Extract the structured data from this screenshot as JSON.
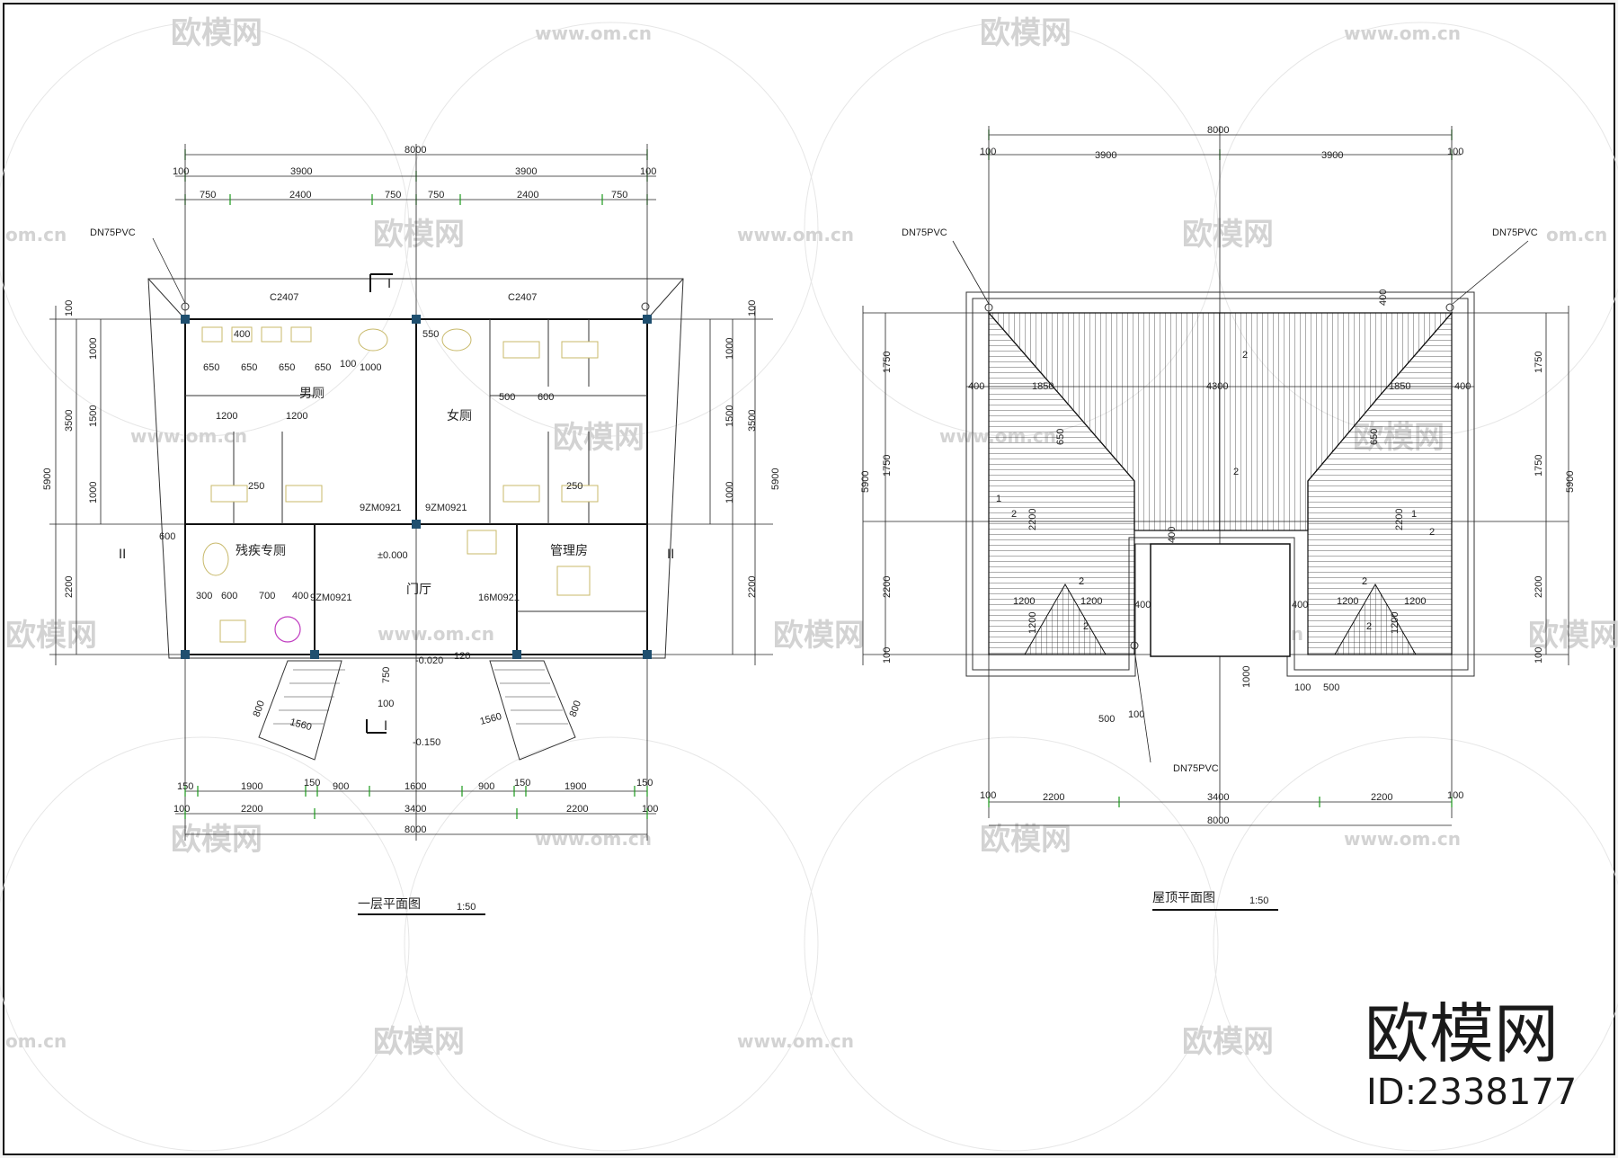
{
  "watermark": {
    "brand": "欧模网",
    "site": "www.om.cn",
    "site_partial": "om.cn"
  },
  "ground_plan": {
    "title": "一层平面图",
    "scale": "1:50",
    "dims_top": {
      "overall": "8000",
      "half_left": "3900",
      "half_right": "3900",
      "edge": "100",
      "seg": [
        "750",
        "2400",
        "750",
        "750",
        "2400",
        "750"
      ]
    },
    "dims_bottom": {
      "row1": [
        "150",
        "1900",
        "150",
        "900",
        "1600",
        "900",
        "150",
        "1900",
        "150"
      ],
      "row2": [
        "100",
        "2200",
        "3400",
        "2200",
        "100"
      ],
      "overall": "8000"
    },
    "dims_left": {
      "overall": "5900",
      "a": "3500",
      "b": "2200",
      "edge": "100",
      "inner": [
        "1000",
        "1500",
        "1000"
      ]
    },
    "dims_right": {
      "overall": "5900",
      "a": "3500",
      "b": "2200",
      "edge": "100",
      "inner": [
        "1000",
        "1500",
        "1000"
      ]
    },
    "rooms": {
      "male": "男厕",
      "female": "女厕",
      "disabled": "残疾专厕",
      "hall": "门厅",
      "manager": "管理房"
    },
    "doors": [
      "9ZM0921",
      "9ZM0921",
      "9ZM0921",
      "16M0921"
    ],
    "windows": {
      "c2407_left": "C2407",
      "c2407_right": "C2407"
    },
    "pipe": "DN75PVC",
    "levels": {
      "floor": "±0.000",
      "step": "-0.020",
      "outdoor": "-0.150"
    },
    "section_marks": [
      "I",
      "I",
      "II",
      "II"
    ],
    "misc": [
      "600",
      "650",
      "650",
      "650",
      "650",
      "100",
      "1000",
      "1200",
      "1200",
      "500",
      "600",
      "250",
      "250",
      "400",
      "550",
      "300",
      "600",
      "700",
      "400",
      "1560",
      "1560",
      "800",
      "800",
      "120",
      "750",
      "100"
    ]
  },
  "roof_plan": {
    "title": "屋顶平面图",
    "scale": "1:50",
    "dims_top": {
      "overall": "8000",
      "half_left": "3900",
      "half_right": "3900",
      "edge": "100"
    },
    "dims_row": [
      "400",
      "1850",
      "4300",
      "1850",
      "400"
    ],
    "dims_bottom": {
      "row": [
        "100",
        "2200",
        "3400",
        "2200",
        "100"
      ],
      "overall": "8000"
    },
    "dims_left": {
      "overall": "5900",
      "seg": [
        "1750",
        "1750",
        "2200"
      ],
      "edge": "100"
    },
    "dims_right": {
      "overall": "5900",
      "seg": [
        "1750",
        "1750",
        "2200"
      ],
      "edge": "100"
    },
    "pipe": "DN75PVC",
    "slope_marks": [
      "2",
      "2",
      "2",
      "2",
      "2",
      "2",
      "2",
      "2",
      "1",
      "1"
    ],
    "misc": [
      "400",
      "400",
      "650",
      "650",
      "2200",
      "2200",
      "1200",
      "1200",
      "1200",
      "1200",
      "1200",
      "1200",
      "500",
      "100",
      "1000",
      "400",
      "400",
      "100",
      "500"
    ]
  },
  "stamp": {
    "brand": "欧模网",
    "id": "ID:2338177"
  }
}
